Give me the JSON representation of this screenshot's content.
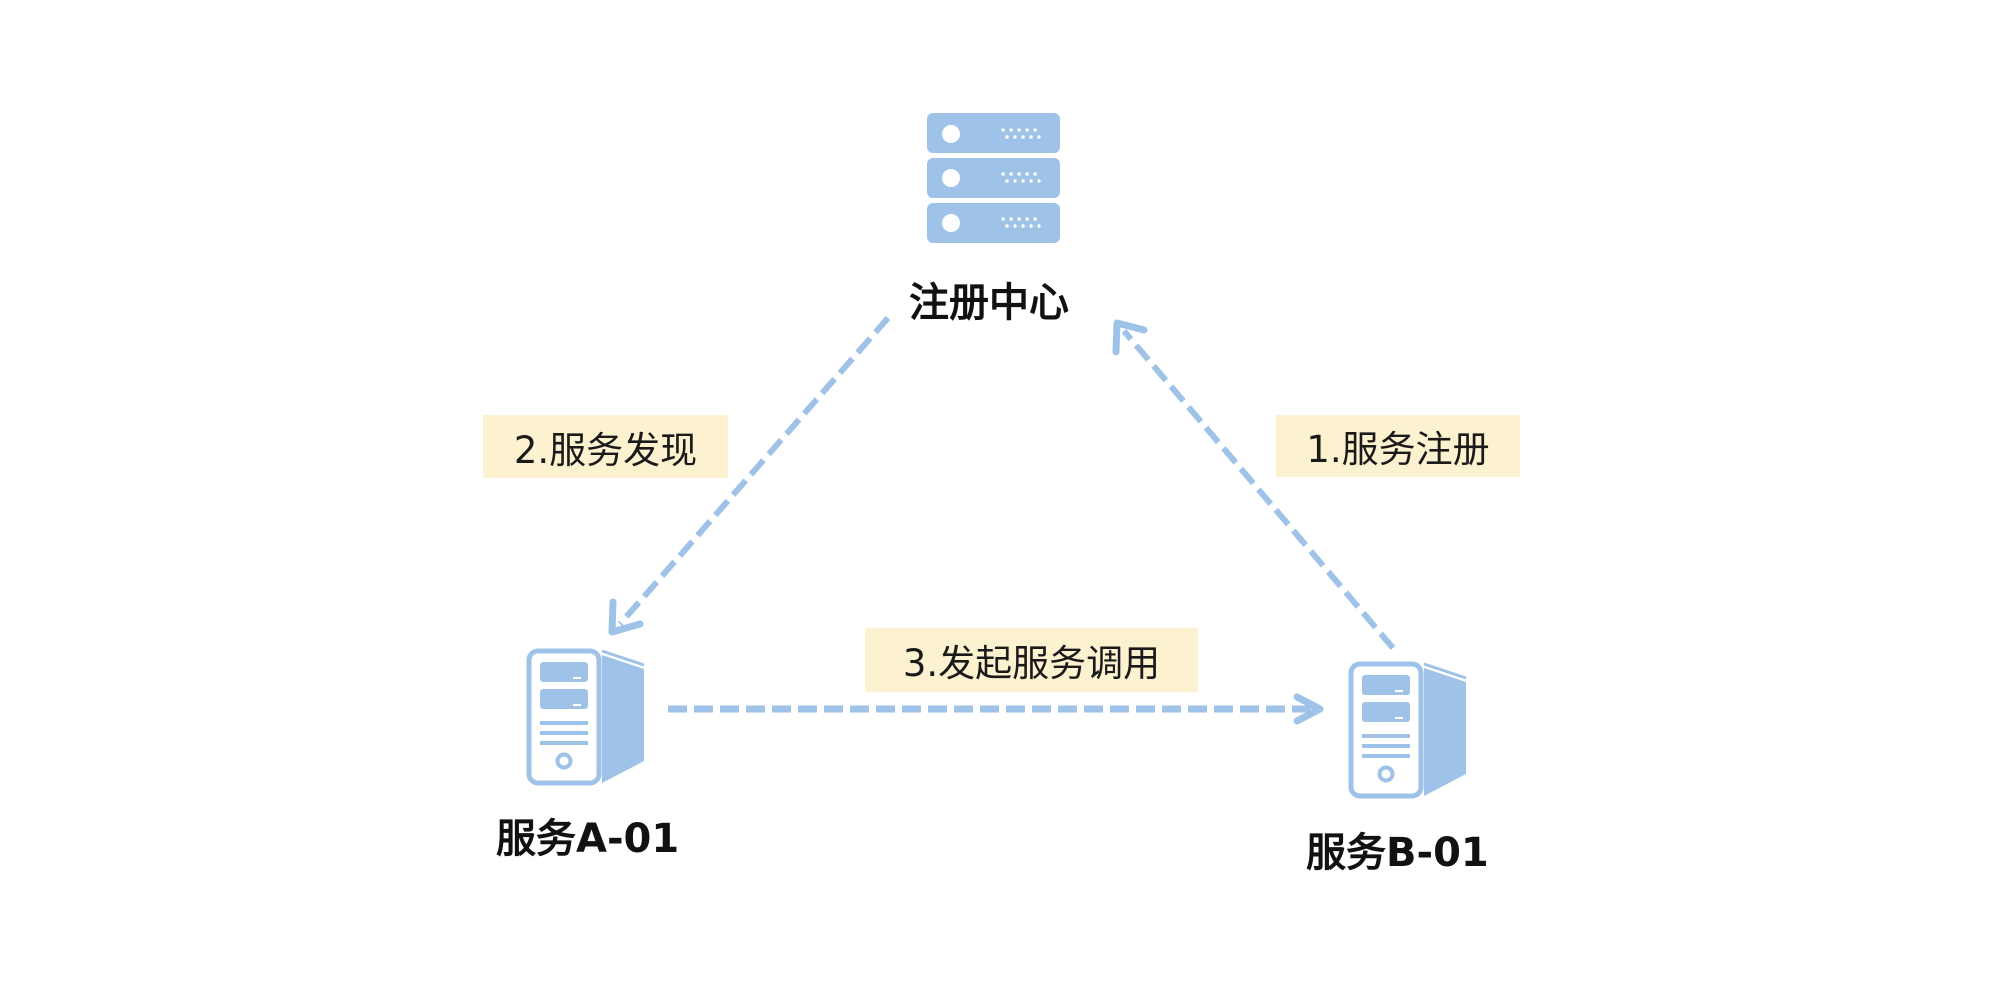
{
  "colors": {
    "icon": "#9ec2e8",
    "arrow": "#9ec2e8",
    "label_bg": "#fdf2d0",
    "text": "#111111"
  },
  "nodes": {
    "registry": {
      "label": "注册中心",
      "icon": "server-rack-icon"
    },
    "service_a": {
      "label": "服务A-01",
      "icon": "desktop-tower-icon"
    },
    "service_b": {
      "label": "服务B-01",
      "icon": "desktop-tower-icon"
    }
  },
  "steps": {
    "register": {
      "label": "1.服务注册"
    },
    "discover": {
      "label": "2.服务发现"
    },
    "invoke": {
      "label": "3.发起服务调用"
    }
  }
}
